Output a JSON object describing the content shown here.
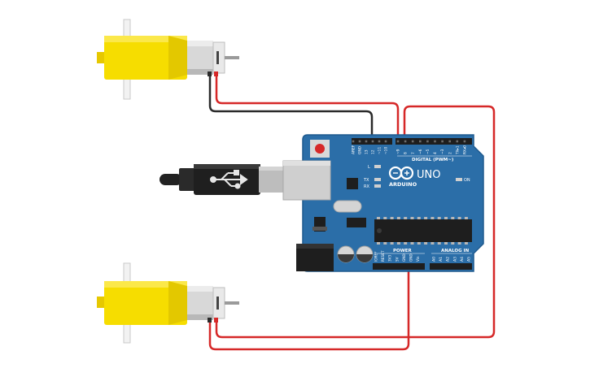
{
  "board": {
    "pin_header_labels": [
      "AREF",
      "GND",
      "13",
      "12",
      "~11",
      "~10",
      "~9",
      "8",
      "7",
      "~6",
      "~5",
      "4",
      "~3",
      "2",
      "TX▸1",
      "RX◂0"
    ],
    "digital_label": "DIGITAL (PWM~)",
    "logo_text": "ARDUINO",
    "model_text": "UNO",
    "led_l": "L",
    "led_tx": "TX",
    "led_rx": "RX",
    "led_on": "ON",
    "power_label": "POWER",
    "analog_label": "ANALOG IN",
    "power_pins": [
      "IOREF",
      "RESET",
      "3V3",
      "5V",
      "GND",
      "GND",
      "Vin"
    ],
    "analog_pins": [
      "A0",
      "A1",
      "A2",
      "A3",
      "A4",
      "A5"
    ]
  },
  "colors": {
    "board": "#2b6ea8",
    "board_edge": "#1f5a8e",
    "motor_yellow": "#f6dd00",
    "wire_red": "#d62828",
    "wire_black": "#2a2a2a"
  },
  "icons": {
    "usb": "usb-icon",
    "reset": "reset-button",
    "logo": "infinity-logo-icon"
  }
}
